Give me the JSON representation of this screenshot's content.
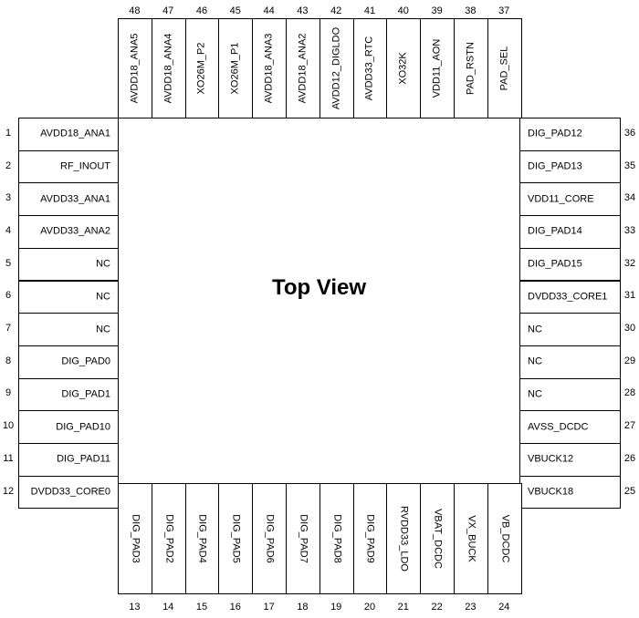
{
  "title": "Top View",
  "pins": {
    "left": [
      {
        "num": "1",
        "name": "AVDD18_ANA1"
      },
      {
        "num": "2",
        "name": "RF_INOUT"
      },
      {
        "num": "3",
        "name": "AVDD33_ANA1"
      },
      {
        "num": "4",
        "name": "AVDD33_ANA2"
      },
      {
        "num": "5",
        "name": "NC"
      },
      {
        "num": "6",
        "name": "NC"
      },
      {
        "num": "7",
        "name": "NC"
      },
      {
        "num": "8",
        "name": "DIG_PAD0"
      },
      {
        "num": "9",
        "name": "DIG_PAD1"
      },
      {
        "num": "10",
        "name": "DIG_PAD10"
      },
      {
        "num": "11",
        "name": "DIG_PAD11"
      },
      {
        "num": "12",
        "name": "DVDD33_CORE0"
      }
    ],
    "bottom": [
      {
        "num": "13",
        "name": "DIG_PAD3"
      },
      {
        "num": "14",
        "name": "DIG_PAD2"
      },
      {
        "num": "15",
        "name": "DIG_PAD4"
      },
      {
        "num": "16",
        "name": "DIG_PAD5"
      },
      {
        "num": "17",
        "name": "DIG_PAD6"
      },
      {
        "num": "18",
        "name": "DIG_PAD7"
      },
      {
        "num": "19",
        "name": "DIG_PAD8"
      },
      {
        "num": "20",
        "name": "DIG_PAD9"
      },
      {
        "num": "21",
        "name": "RVDD33_LDO"
      },
      {
        "num": "22",
        "name": "VBAT_DCDC"
      },
      {
        "num": "23",
        "name": "VX_BUCK"
      },
      {
        "num": "24",
        "name": "VB_DCDC"
      }
    ],
    "right": [
      {
        "num": "25",
        "name": "VBUCK18"
      },
      {
        "num": "26",
        "name": "VBUCK12"
      },
      {
        "num": "27",
        "name": "AVSS_DCDC"
      },
      {
        "num": "28",
        "name": "NC"
      },
      {
        "num": "29",
        "name": "NC"
      },
      {
        "num": "30",
        "name": "NC"
      },
      {
        "num": "31",
        "name": "DVDD33_CORE1"
      },
      {
        "num": "32",
        "name": "DIG_PAD15"
      },
      {
        "num": "33",
        "name": "DIG_PAD14"
      },
      {
        "num": "34",
        "name": "VDD11_CORE"
      },
      {
        "num": "35",
        "name": "DIG_PAD13"
      },
      {
        "num": "36",
        "name": "DIG_PAD12"
      }
    ],
    "top": [
      {
        "num": "37",
        "name": "PAD_SEL"
      },
      {
        "num": "38",
        "name": "PAD_RSTN"
      },
      {
        "num": "39",
        "name": "VDD11_AON"
      },
      {
        "num": "40",
        "name": "XO32K"
      },
      {
        "num": "41",
        "name": "AVDD33_RTC"
      },
      {
        "num": "42",
        "name": "AVDD12_DIGLDO"
      },
      {
        "num": "43",
        "name": "AVDD18_ANA2"
      },
      {
        "num": "44",
        "name": "AVDD18_ANA3"
      },
      {
        "num": "45",
        "name": "XO26M_P1"
      },
      {
        "num": "46",
        "name": "XO26M_P2"
      },
      {
        "num": "47",
        "name": "AVDD18_ANA4"
      },
      {
        "num": "48",
        "name": "AVDD18_ANA5"
      }
    ]
  }
}
